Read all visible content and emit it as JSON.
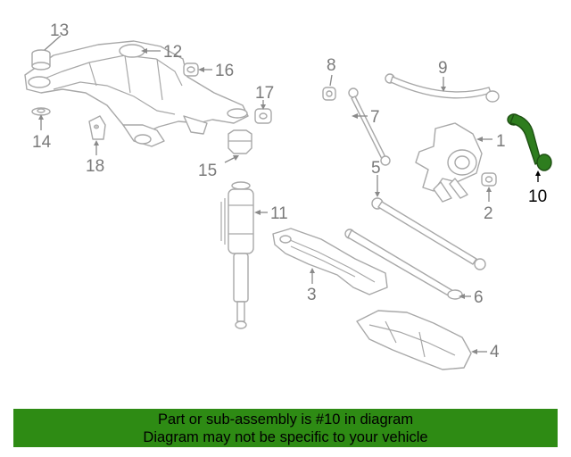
{
  "diagram": {
    "highlighted_callout": "10",
    "highlight_color": "#2e7d1e",
    "callouts": {
      "c1": "1",
      "c2": "2",
      "c3": "3",
      "c4": "4",
      "c5": "5",
      "c6": "6",
      "c7": "7",
      "c8": "8",
      "c9": "9",
      "c10": "10",
      "c11": "11",
      "c12": "12",
      "c13": "13",
      "c14": "14",
      "c15": "15",
      "c16": "16",
      "c17": "17",
      "c18": "18"
    }
  },
  "banner": {
    "line1": "Part or sub-assembly is #10 in diagram",
    "line2": "Diagram may not be specific to your vehicle",
    "background_color": "#2e8b14"
  }
}
